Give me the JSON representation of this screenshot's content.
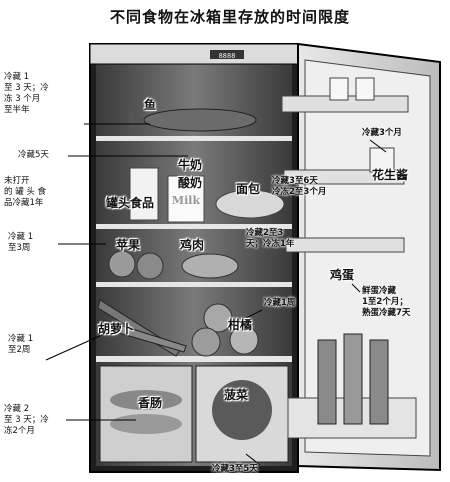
{
  "title": "不同食物在冰箱里存放的时间限度",
  "annotations": {
    "fish": {
      "label": "鱼",
      "note": [
        "冷藏 1",
        "至 3 天；冷",
        "冻 3 个月",
        "至半年"
      ]
    },
    "milk": {
      "label": "牛奶",
      "note": [
        "冷藏5天"
      ]
    },
    "yogurt": {
      "label": "酸奶"
    },
    "canned": {
      "label": "罐头食品",
      "note": [
        "未打开",
        "的 罐 头 食",
        "品冷藏1年"
      ]
    },
    "bread": {
      "label": "面包",
      "note": [
        "冷藏3至6天",
        "冷冻2至3个月"
      ]
    },
    "peanut": {
      "label": "花生酱",
      "note": [
        "冷藏3个月"
      ]
    },
    "apple": {
      "label": "苹果",
      "note": [
        "冷藏 1",
        "至3周"
      ]
    },
    "chicken": {
      "label": "鸡肉",
      "note": [
        "冷藏2至3",
        "天；冷冻1年"
      ]
    },
    "egg": {
      "label": "鸡蛋",
      "note": [
        "鲜蛋冷藏",
        "1至2个月；",
        "熟蛋冷藏7天"
      ]
    },
    "carrot": {
      "label": "胡萝卜",
      "note": [
        "冷藏 1",
        "至2周"
      ]
    },
    "orange": {
      "label": "柑橘",
      "note": [
        "冷藏1周"
      ]
    },
    "sausage": {
      "label": "香肠",
      "note": [
        "冷藏 2",
        "至 3 天；冷",
        "冻2个月"
      ]
    },
    "spinach": {
      "label": "菠菜",
      "note": [
        "冷藏3至5天"
      ]
    }
  },
  "display": {
    "fridge_readout": "8888"
  },
  "carton_text": "Milk",
  "colors": {
    "ink": "#111111",
    "paper": "#ffffff",
    "fridge_dark": "#2a2a2a",
    "shelf": "#cfcfcf"
  },
  "icons": [
    "fridge-illustration"
  ]
}
